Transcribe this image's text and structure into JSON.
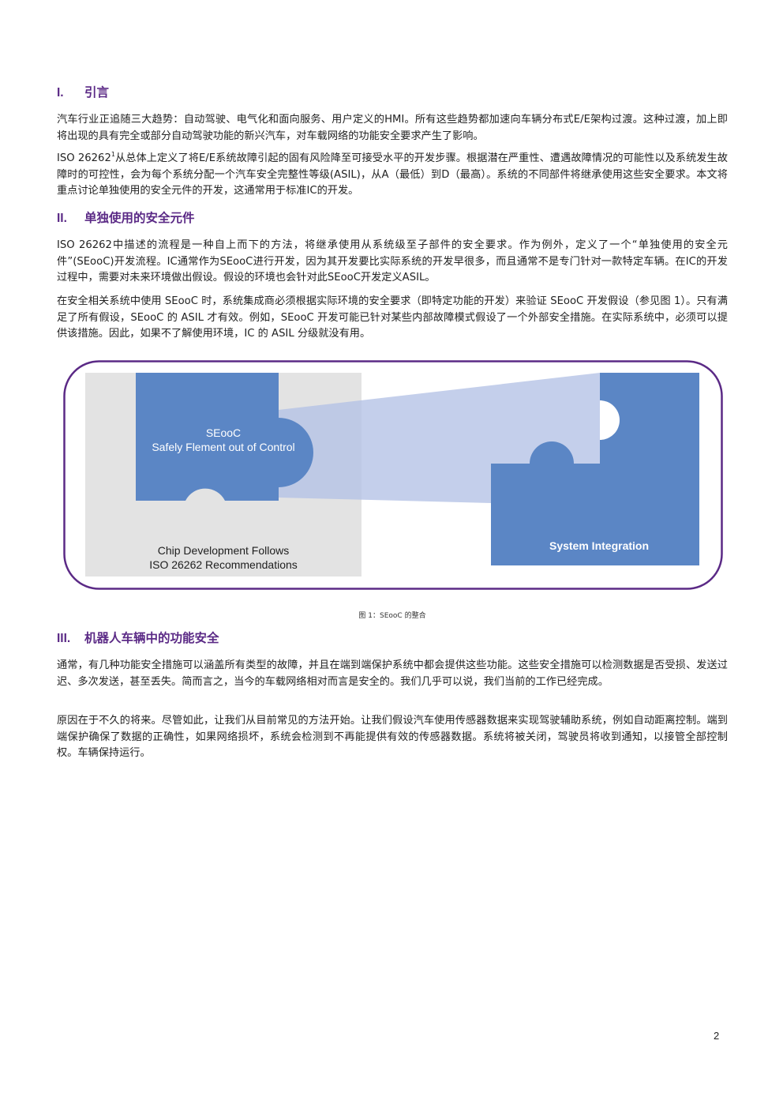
{
  "sections": {
    "intro": {
      "number": "I.",
      "title": "引言",
      "p1": "汽车行业正追随三大趋势：自动驾驶、电气化和面向服务、用户定义的HMI。所有这些趋势都加速向车辆分布式E/E架构过渡。这种过渡，加上即将出现的具有完全或部分自动驾驶功能的新兴汽车，对车载网络的功能安全要求产生了影响。",
      "p2_lead": "ISO 26262",
      "p2_sup": "1",
      "p2_rest": "从总体上定义了将E/E系统故障引起的固有风险降至可接受水平的开发步骤。根据潜在严重性、遭遇故障情况的可能性以及系统发生故障时的可控性，会为每个系统分配一个汽车安全完整性等级(ASIL)，从A（最低）到D（最高）。系统的不同部件将继承使用这些安全要求。本文将重点讨论单独使用的安全元件的开发，这通常用于标准IC的开发。"
    },
    "seooc": {
      "number": "II.",
      "title": "单独使用的安全元件",
      "p1": "ISO 26262中描述的流程是一种自上而下的方法，将继承使用从系统级至子部件的安全要求。作为例外，定义了一个“单独使用的安全元件”(SEooC)开发流程。IC通常作为SEooC进行开发，因为其开发要比实际系统的开发早很多，而且通常不是专门针对一款特定车辆。在IC的开发过程中，需要对未来环境做出假设。假设的环境也会针对此SEooC开发定义ASIL。",
      "p2": "在安全相关系统中使用 SEooC 时，系统集成商必须根据实际环境的安全要求（即特定功能的开发）来验证 SEooC 开发假设（参见图 1）。只有满足了所有假设，SEooC 的 ASIL 才有效。例如，SEooC 开发可能已针对某些内部故障模式假设了一个外部安全措施。在实际系统中，必须可以提供该措施。因此，如果不了解使用环境，IC 的 ASIL 分级就没有用。"
    },
    "robot": {
      "number": "III.",
      "title": "机器人车辆中的功能安全",
      "p1": "通常，有几种功能安全措施可以涵盖所有类型的故障，并且在端到端保护系统中都会提供这些功能。这些安全措施可以检测数据是否受损、发送过迟、多次发送，甚至丢失。简而言之，当今的车载网络相对而言是安全的。我们几乎可以说，我们当前的工作已经完成。",
      "p2": "原因在于不久的将来。尽管如此，让我们从目前常见的方法开始。让我们假设汽车使用传感器数据来实现驾驶辅助系统，例如自动距离控制。端到端保护确保了数据的正确性，如果网络损坏，系统会检测到不再能提供有效的传感器数据。系统将被关闭，驾驶员将收到通知，以接管全部控制权。车辆保持运行。"
    }
  },
  "figure": {
    "seooc_title": "SEooC",
    "seooc_subtitle": "Safely Flement out of Control",
    "chip_line1": "Chip Development Follows",
    "chip_line2": "ISO 26262 Recommendations",
    "system_label": "System Integration",
    "caption": "图 1：SEooC 的整合",
    "colors": {
      "frame": "#5b2a86",
      "panel_gray": "#e3e3e3",
      "puzzle_blue": "#5b86c5",
      "beam_light": "#b4c2e6"
    }
  },
  "footer": {
    "page_number": "2"
  }
}
